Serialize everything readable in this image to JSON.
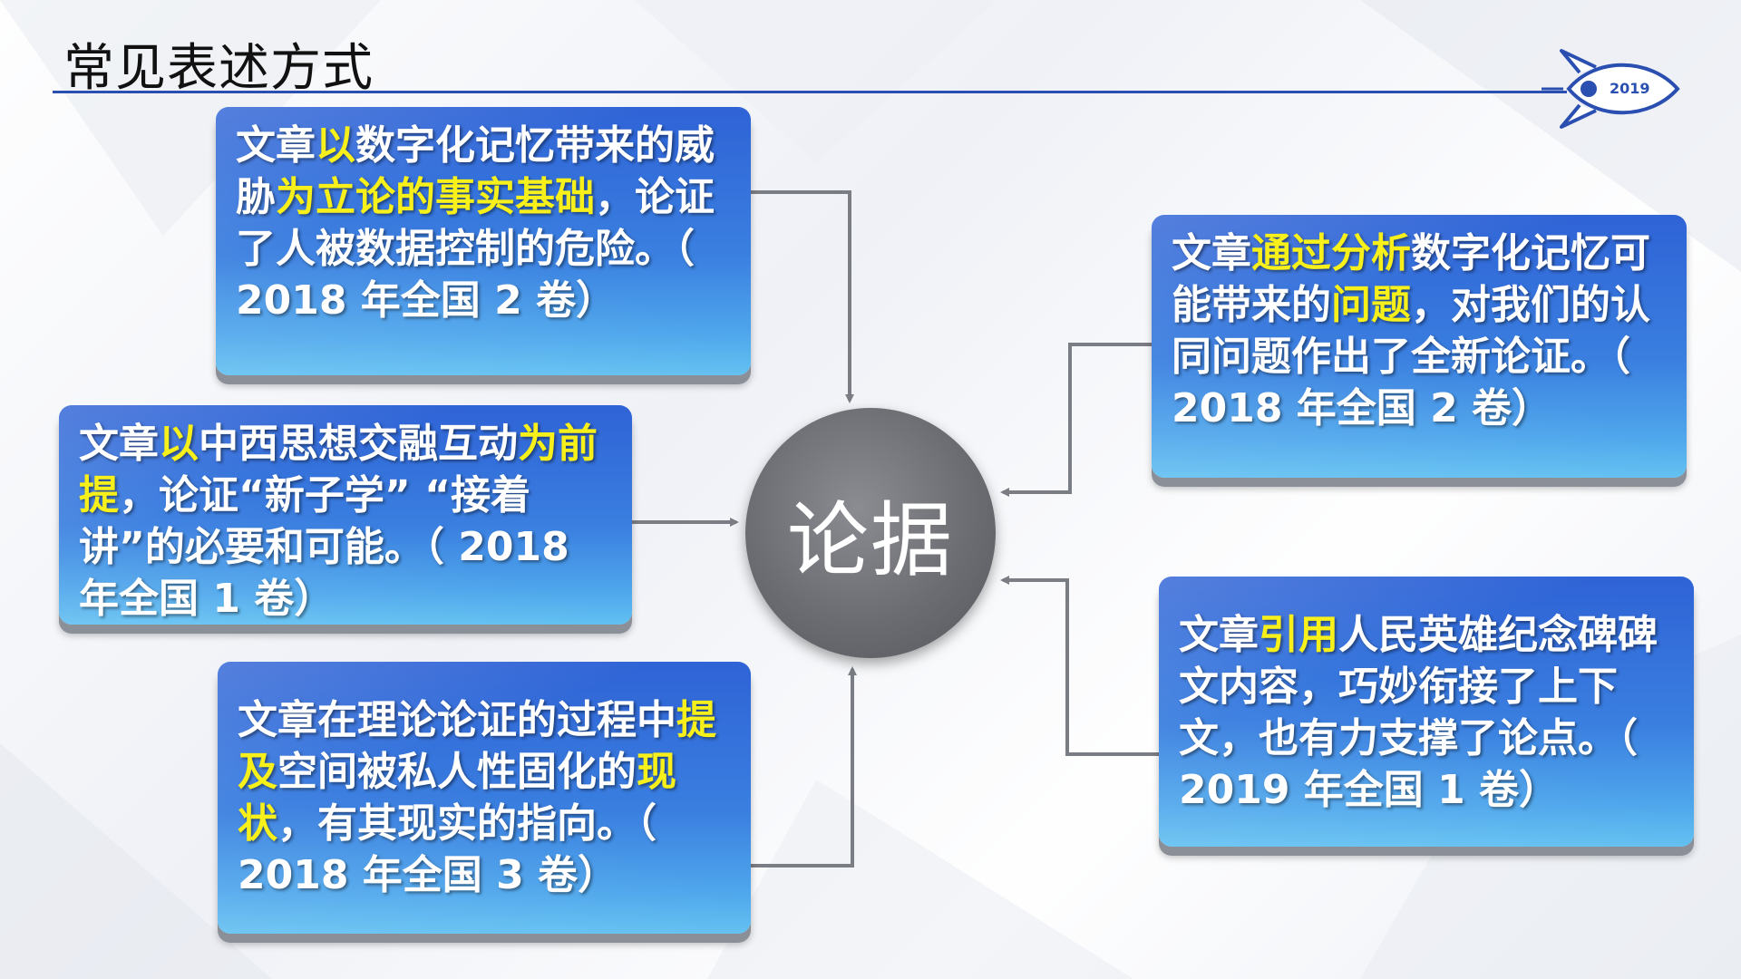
{
  "slide": {
    "title": "常见表述方式",
    "year_badge": "2019"
  },
  "hub": {
    "label": "论据"
  },
  "cards": [
    {
      "id": "card-1",
      "segments": [
        {
          "text": "文章",
          "hl": false
        },
        {
          "text": "以",
          "hl": true
        },
        {
          "text": "数字化记忆带来的威胁",
          "hl": false
        },
        {
          "text": "为立论的事实基础",
          "hl": true
        },
        {
          "text": "，论证了人被数据控制的危险。（ 2018 年全国 2 卷）",
          "hl": false
        }
      ]
    },
    {
      "id": "card-2",
      "segments": [
        {
          "text": "文章",
          "hl": false
        },
        {
          "text": "以",
          "hl": true
        },
        {
          "text": "中西思想交融互动",
          "hl": false
        },
        {
          "text": "为前提",
          "hl": true
        },
        {
          "text": "，论证“新子学” “接着讲”的必要和可能。（ 2018 年全国 1 卷）",
          "hl": false
        }
      ]
    },
    {
      "id": "card-3",
      "segments": [
        {
          "text": "文章在理论论证的过程中",
          "hl": false
        },
        {
          "text": "提及",
          "hl": true
        },
        {
          "text": "空间被私人性固化的",
          "hl": false
        },
        {
          "text": "现状",
          "hl": true
        },
        {
          "text": "，有其现实的指向。（ 2018 年全国 3 卷）",
          "hl": false
        }
      ]
    },
    {
      "id": "card-4",
      "segments": [
        {
          "text": "文章",
          "hl": false
        },
        {
          "text": "通过分析",
          "hl": true
        },
        {
          "text": "数字化记忆可能带来的",
          "hl": false
        },
        {
          "text": "问题",
          "hl": true
        },
        {
          "text": "，对我们的认同问题作出了全新论证。（ 2018 年全国 2 卷）",
          "hl": false
        }
      ]
    },
    {
      "id": "card-5",
      "segments": [
        {
          "text": "文章",
          "hl": false
        },
        {
          "text": "引用",
          "hl": true
        },
        {
          "text": "人民英雄纪念碑碑文内容，巧妙衔接了上下文，也有力支撑了论点。（ 2019 年全国 1 卷）",
          "hl": false
        }
      ]
    }
  ],
  "colors": {
    "card_top": "#2f63d6",
    "card_bottom": "#61c0f1",
    "highlight": "#f7f01a",
    "hub": "#6b6d72",
    "connector": "#7a7d83",
    "accent_line": "#2a4fb0"
  }
}
